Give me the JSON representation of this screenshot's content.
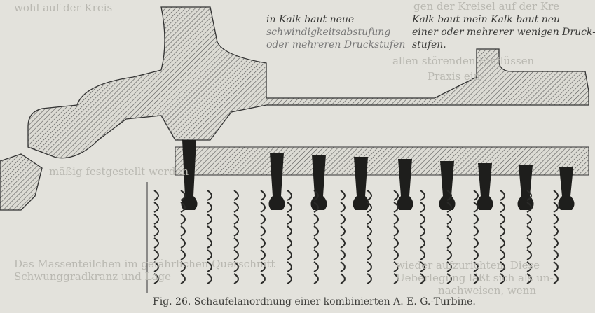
{
  "figure": {
    "caption": "Fig. 26.  Schaufelanordnung einer kombinierten A. E. G.-Turbine."
  },
  "overprint": {
    "line1": "in Kalk baut neue",
    "line2": "Kalk baut mein Kalk baut neu",
    "line3": "einer oder mehrerer wenigen Druck-",
    "line4": "stufen.",
    "line5": "schwindigkeitsabstufung",
    "line6": "oder mehreren Druckstufen"
  },
  "bleed_through": {
    "l1": "wohl auf der Kreis",
    "l2": "gen der Kreisel auf der Kre",
    "l3": "allen störenden Einflüssen",
    "l4": "Praxis ein-",
    "l5": "mäßig festgestellt werden",
    "l6": "Das Massenteilchen im gefährlichen Querschnitt",
    "l7": "Schwunggradkranz und Lage",
    "l8": "wieder aufzurichten. Diese",
    "l9": "Ueberlegung läßt sich als un-",
    "l10": "nachweisen, wenn"
  }
}
